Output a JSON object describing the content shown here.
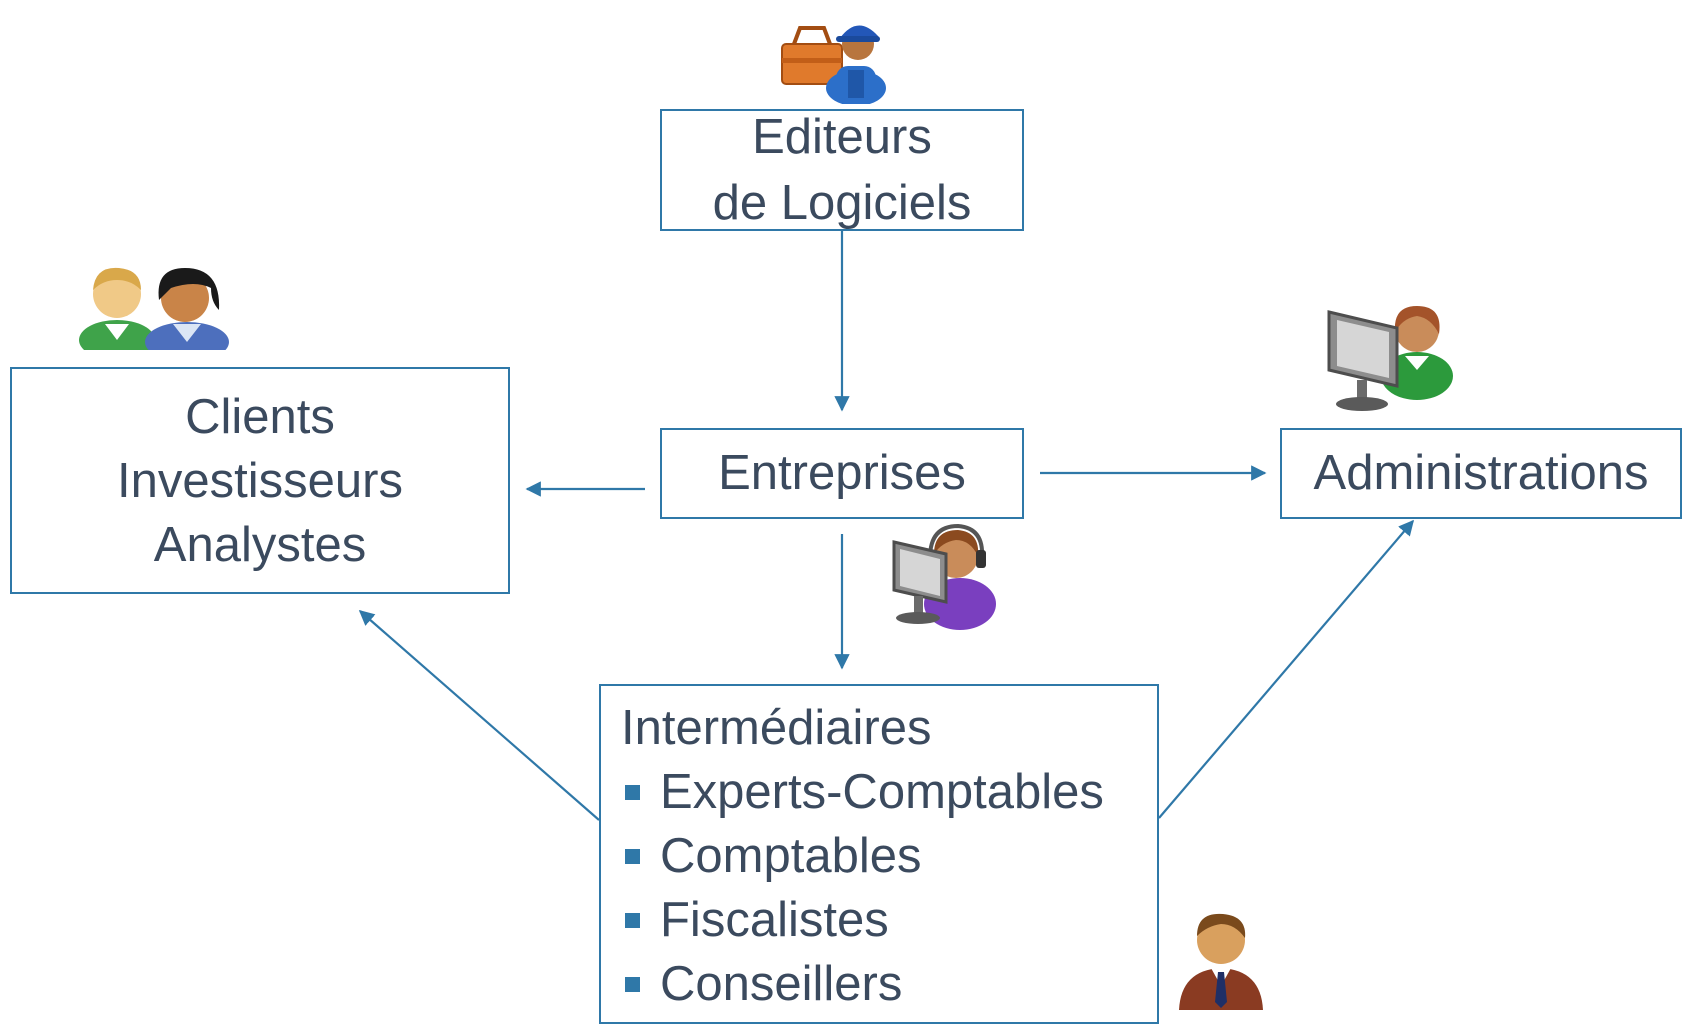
{
  "nodes": {
    "editeurs": {
      "lines": [
        "Editeurs",
        "de Logiciels"
      ]
    },
    "clients": {
      "lines": [
        "Clients",
        "Investisseurs",
        "Analystes"
      ]
    },
    "entreprises": {
      "label": "Entreprises"
    },
    "administrations": {
      "label": "Administrations"
    },
    "intermediaires": {
      "title": "Intermédiaires",
      "items": [
        "Experts-Comptables",
        "Comptables",
        "Fiscalistes",
        "Conseillers"
      ]
    }
  },
  "icons": {
    "editeurs": "repairman-toolbox-icon",
    "clients": "two-users-icon",
    "administrations": "user-at-computer-icon",
    "entreprises": "support-operator-headset-icon",
    "intermediaires": "businessman-icon"
  },
  "colors": {
    "accent": "#2f78a8",
    "text": "#3b4a5e"
  }
}
